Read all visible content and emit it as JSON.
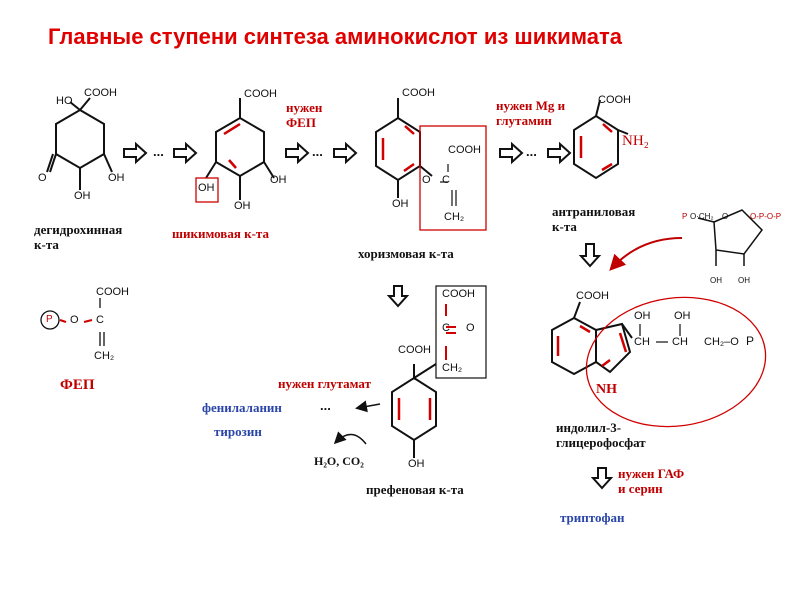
{
  "title": "Главные ступени синтеза аминокислот из шикимата",
  "compounds": {
    "dehydro": {
      "name_line1": "дегидрохинная",
      "name_line2": "к-та"
    },
    "shikimic": {
      "name": "шикимовая к-та"
    },
    "chorismic": {
      "name": "хоризмовая к-та"
    },
    "anthranilic": {
      "name_line1": "антраниловая",
      "name_line2": "к-та"
    },
    "pep": {
      "name": "ФЕП"
    },
    "indole": {
      "name_line1": "индолил-3-",
      "name_line2": "глицерофосфат"
    },
    "prephenic": {
      "name": "префеновая к-та"
    }
  },
  "requirements": {
    "pep_line1": "нужен",
    "pep_line2": "ФЕП",
    "mg_line1": "нужен Mg и",
    "mg_line2": "глутамин",
    "glutamate": "нужен глутамат",
    "gaf_line1": "нужен ГАФ",
    "gaf_line2": "и серин"
  },
  "products": {
    "phenylalanine": "фенилаланин",
    "tyrosine": "тирозин",
    "tryptophan": "триптофан",
    "byproducts": "H₂O, CO₂"
  },
  "chem_labels": {
    "cooh": "COOH",
    "ho": "HO",
    "oh": "OH",
    "o": "O",
    "c": "C",
    "ch2": "CH₂",
    "ch": "CH",
    "nh2": "NH₂",
    "nh": "NH",
    "p": "P",
    "ooh": "O",
    "ch2_o": "CH₂–O",
    "ribose_left": "O·CH₂",
    "ribose_right": "O-P-O-P",
    "ellipsis": "..."
  },
  "colors": {
    "title": "#e00000",
    "accent_red": "#c00000",
    "product_blue": "#2a45a8"
  }
}
